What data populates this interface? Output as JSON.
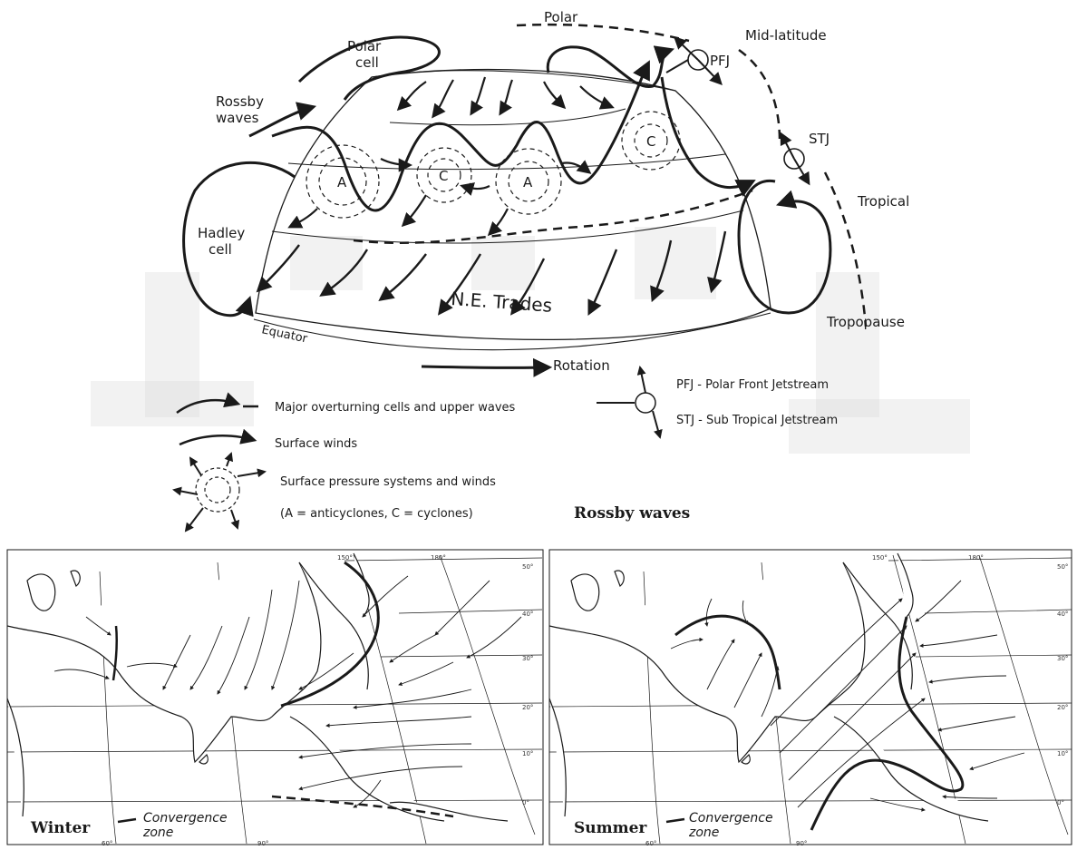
{
  "globe": {
    "labels": {
      "polar": "Polar",
      "mid_latitude": "Mid-latitude",
      "polar_cell": "Polar\ncell",
      "rossby_waves": "Rossby\nwaves",
      "pfj": "PFJ",
      "stj": "STJ",
      "tropical": "Tropical",
      "hadley_cell": "Hadley\ncell",
      "ne_trades": "N.E. Trades",
      "equator": "Equator",
      "tropopause": "Tropopause",
      "rotation": "Rotation",
      "a1": "A",
      "a2": "A",
      "c1": "C",
      "c2": "C"
    }
  },
  "legend": {
    "overturning": "Major overturning cells and upper waves",
    "surface_winds": "Surface winds",
    "pressure_systems": "Surface pressure systems and winds",
    "pressure_note": "(A = anticyclones, C = cyclones)",
    "pfj_def": "PFJ - Polar Front Jetstream",
    "stj_def": "STJ - Sub Tropical Jetstream"
  },
  "section_title": "Rossby waves",
  "maps": [
    {
      "season": "Winter",
      "convergence": "Convergence\nzone",
      "lon_ticks": [
        "60°",
        "90°",
        "150°",
        "180°"
      ],
      "lat_ticks": [
        "50°",
        "40°",
        "30°",
        "20°",
        "10°",
        "0°"
      ]
    },
    {
      "season": "Summer",
      "convergence": "Convergence\nzone",
      "lon_ticks": [
        "60°",
        "90°",
        "150°",
        "180°"
      ],
      "lat_ticks": [
        "50°",
        "40°",
        "30°",
        "20°",
        "10°",
        "0°"
      ]
    }
  ],
  "colors": {
    "ink": "#1a1a1a",
    "land": "#ffffff",
    "watermark": "#d9d9d9"
  }
}
